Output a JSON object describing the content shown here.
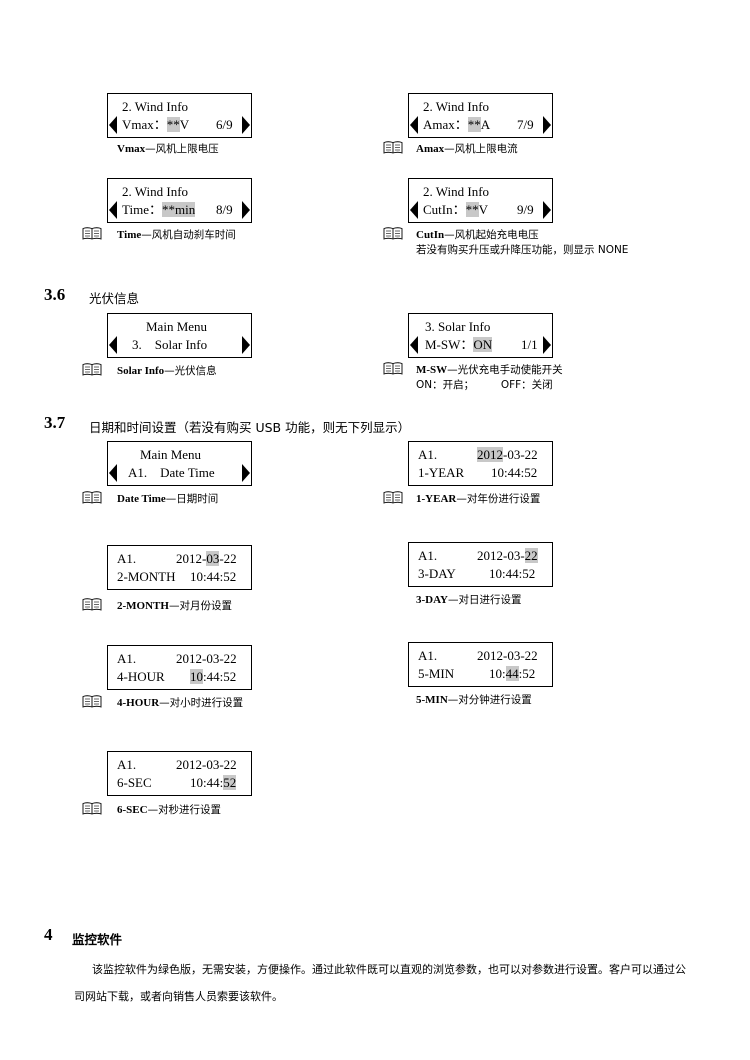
{
  "sec36": {
    "num": "3.6",
    "title": "光伏信息"
  },
  "sec37": {
    "num": "3.7",
    "title": "日期和时间设置（若没有购买 USB 功能，则无下列显示）"
  },
  "sec4": {
    "num": "4",
    "title": "监控软件"
  },
  "body_text": {
    "line1": "该监控软件为绿色版，无需安装，方便操作。通过此软件既可以直观的浏览参数，也可以对参数进行设置。客户可以通过公",
    "line2": "司网站下载，或者向销售人员索要该软件。"
  },
  "screens": {
    "vmax": {
      "line1": "2. Wind Info",
      "label": "Vmax：",
      "val": "**",
      "unit": "V",
      "page": "6/9"
    },
    "amax": {
      "line1": "2. Wind Info",
      "label": "Amax：",
      "val": "**",
      "unit": "A",
      "page": "7/9"
    },
    "time": {
      "line1": "2. Wind Info",
      "label": "Time：",
      "val": "**min",
      "page": "8/9"
    },
    "cutin": {
      "line1": "2. Wind Info",
      "label": "CutIn：",
      "val": "**",
      "unit": "V",
      "page": "9/9"
    },
    "main_solar": {
      "line1": "Main Menu",
      "line2": "3.    Solar Info"
    },
    "solar_info": {
      "line1": "3. Solar Info",
      "label": "M-SW：",
      "val": "ON",
      "page": "1/1"
    },
    "main_date": {
      "line1": "Main Menu",
      "line2": "A1.    Date Time"
    },
    "year": {
      "a": "A1.",
      "year": "2012",
      "rest": "-03-22",
      "mode": "1-YEAR",
      "time": "10:44:52"
    },
    "month": {
      "a": "A1.",
      "pre": "2012-",
      "hl": "03",
      "post": "-22",
      "mode": "2-MONTH",
      "time": "10:44:52"
    },
    "day": {
      "a": "A1.",
      "pre": "2012-03-",
      "hl": "22",
      "mode": "3-DAY",
      "time": "10:44:52"
    },
    "hour": {
      "a": "A1.",
      "date": "2012-03-22",
      "mode": "4-HOUR",
      "hl": "10",
      "post": ":44:52"
    },
    "min": {
      "a": "A1.",
      "date": "2012-03-22",
      "mode": "5-MIN",
      "pre": "10:",
      "hl": "44",
      "post": ":52"
    },
    "sec": {
      "a": "A1.",
      "date": "2012-03-22",
      "mode": "6-SEC",
      "pre": "10:44:",
      "hl": "52"
    }
  },
  "captions": {
    "vmax": {
      "key": "Vmax",
      "text": "—风机上限电压"
    },
    "amax": {
      "key": "Amax",
      "text": "—风机上限电流"
    },
    "time": {
      "key": "Time",
      "text": "—风机自动刹车时间"
    },
    "cutin": {
      "key": "CutIn",
      "text": "—风机起始充电电压",
      "note": "若没有购买升压或升降压功能，则显示 NONE"
    },
    "solar": {
      "key": "Solar Info",
      "text": "—光伏信息"
    },
    "msw": {
      "key": "M-SW",
      "text": "—光伏充电手动使能开关",
      "note": "ON：开启；        OFF：关闭"
    },
    "datetime": {
      "key": "Date Time",
      "text": "—日期时间"
    },
    "year": {
      "key": "1-YEAR",
      "text": "—对年份进行设置"
    },
    "month": {
      "key": "2-MONTH",
      "text": "—对月份设置"
    },
    "day": {
      "key": "3-DAY",
      "text": "—对日进行设置"
    },
    "hour": {
      "key": "4-HOUR",
      "text": "—对小时进行设置"
    },
    "min": {
      "key": "5-MIN",
      "text": "—对分钟进行设置"
    },
    "sec": {
      "key": "6-SEC",
      "text": "—对秒进行设置"
    }
  }
}
